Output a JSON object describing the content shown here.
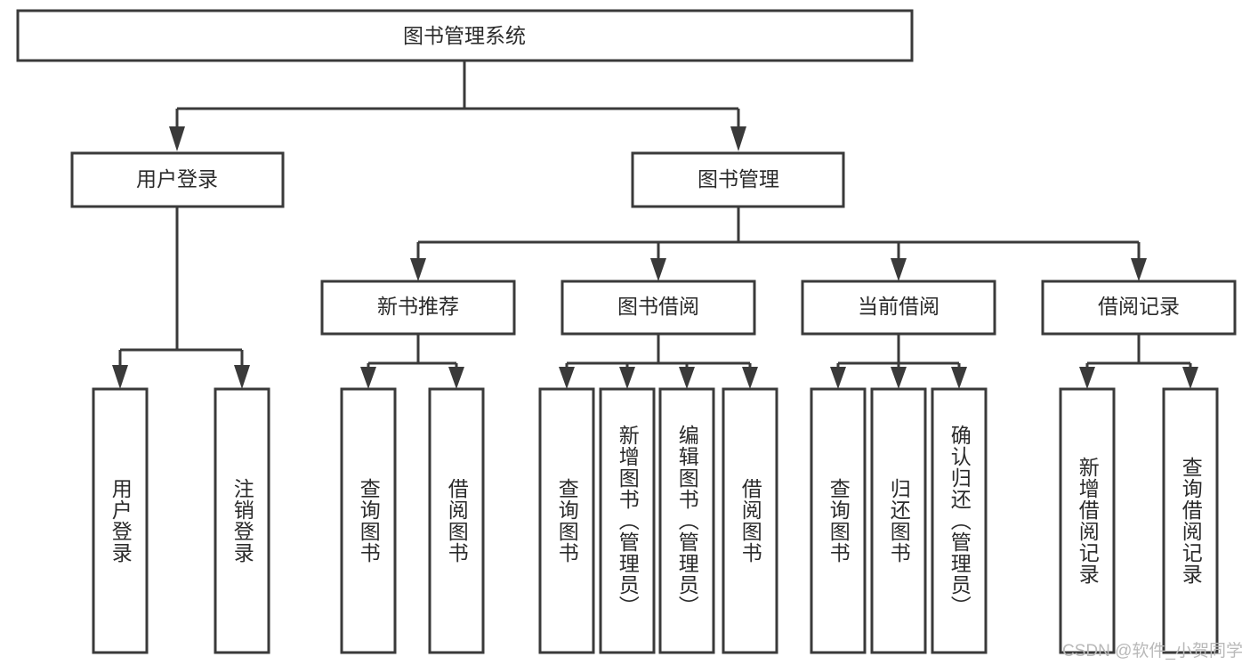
{
  "diagram": {
    "title_node": {
      "label": "图书管理系统"
    },
    "level2": [
      {
        "id": "user-login",
        "label": "用户登录"
      },
      {
        "id": "book-manage",
        "label": "图书管理"
      }
    ],
    "level3": [
      {
        "id": "new-book-recommend",
        "label": "新书推荐"
      },
      {
        "id": "book-borrow",
        "label": "图书借阅"
      },
      {
        "id": "current-borrow",
        "label": "当前借阅"
      },
      {
        "id": "borrow-record",
        "label": "借阅记录"
      }
    ],
    "leaves": {
      "user_login": [
        {
          "id": "leaf-user-login",
          "label": "用户登录"
        },
        {
          "id": "leaf-logout-login",
          "label": "注销登录"
        }
      ],
      "new_book_recommend": [
        {
          "id": "leaf-query-book-1",
          "label": "查询图书"
        },
        {
          "id": "leaf-borrow-book-1",
          "label": "借阅图书"
        }
      ],
      "book_borrow": [
        {
          "id": "leaf-query-book-2",
          "label": "查询图书"
        },
        {
          "id": "leaf-add-book",
          "label": "新增图书（管理员）"
        },
        {
          "id": "leaf-edit-book",
          "label": "编辑图书（管理员）"
        },
        {
          "id": "leaf-borrow-book-2",
          "label": "借阅图书"
        }
      ],
      "current_borrow": [
        {
          "id": "leaf-query-book-3",
          "label": "查询图书"
        },
        {
          "id": "leaf-return-book",
          "label": "归还图书"
        },
        {
          "id": "leaf-confirm-return",
          "label": "确认归还（管理员）"
        }
      ],
      "borrow_record": [
        {
          "id": "leaf-add-record",
          "label": "新增借阅记录"
        },
        {
          "id": "leaf-query-record",
          "label": "查询借阅记录"
        }
      ]
    }
  },
  "watermark": {
    "text": "CSDN @软件_小贺同学"
  },
  "colors": {
    "stroke": "#3a3a3a",
    "fill": "#ffffff",
    "text": "#2b2b2b",
    "watermark": "#b9b9b9"
  }
}
